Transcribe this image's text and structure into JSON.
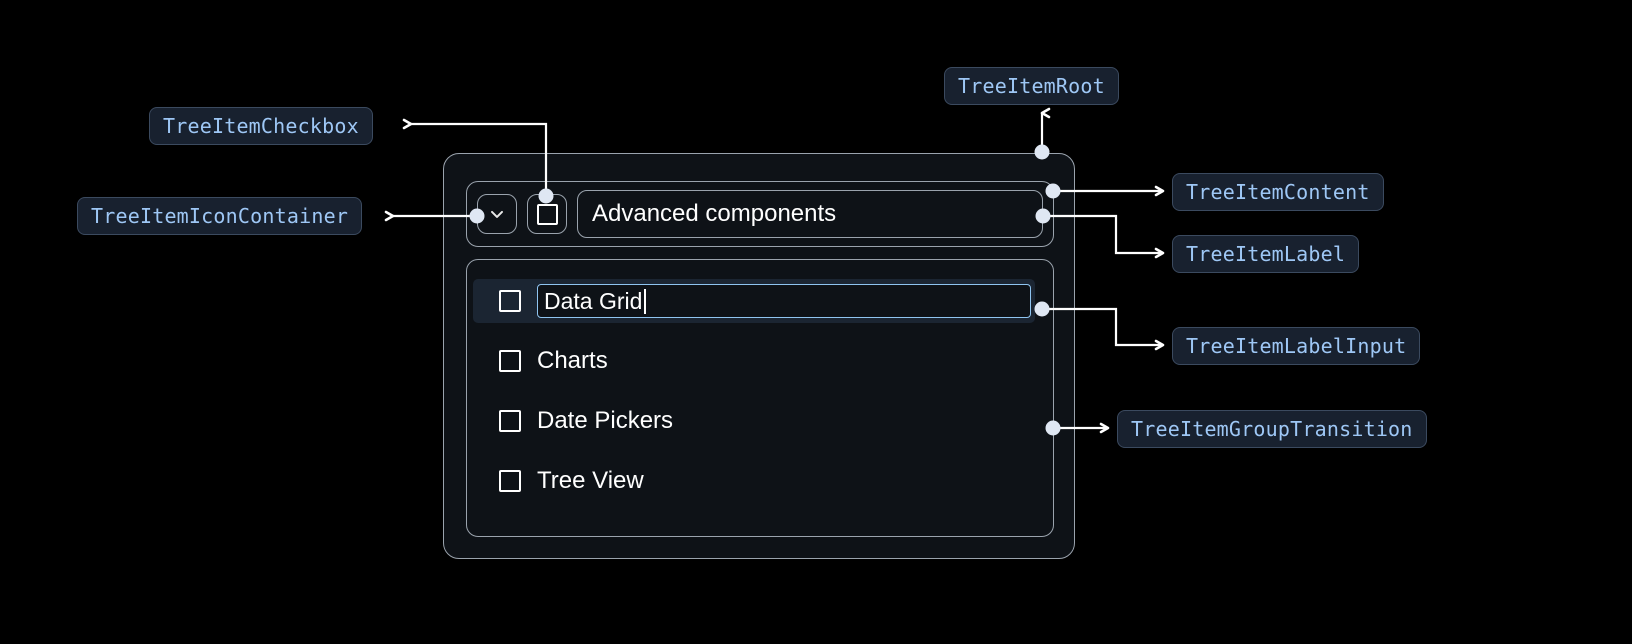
{
  "theme": {
    "page_background": "#000000",
    "chip_background": "#18212f",
    "chip_border": "#3b4a5f",
    "chip_text": "#9ec7f5",
    "component_background": "#0e1217",
    "component_border": "#9aa3ad",
    "connector": "#ffffff",
    "selected_row_background": "#1b2532",
    "input_focus_border": "#8fc4f0",
    "label_text": "#ffffff"
  },
  "annotations": [
    {
      "id": "tree-item-checkbox",
      "label": "TreeItemCheckbox"
    },
    {
      "id": "tree-item-icon-container",
      "label": "TreeItemIconContainer"
    },
    {
      "id": "tree-item-root",
      "label": "TreeItemRoot"
    },
    {
      "id": "tree-item-content",
      "label": "TreeItemContent"
    },
    {
      "id": "tree-item-label",
      "label": "TreeItemLabel"
    },
    {
      "id": "tree-item-label-input",
      "label": "TreeItemLabelInput"
    },
    {
      "id": "tree-item-group-transition",
      "label": "TreeItemGroupTransition"
    }
  ],
  "tree": {
    "parent": {
      "label": "Advanced components",
      "expand_icon": "chevron-down-icon",
      "checkbox_state": "unchecked",
      "expanded": true
    },
    "children": [
      {
        "label": "Data Grid",
        "checkbox_state": "unchecked",
        "editing": true,
        "input_value": "Data Grid"
      },
      {
        "label": "Charts",
        "checkbox_state": "unchecked",
        "editing": false
      },
      {
        "label": "Date Pickers",
        "checkbox_state": "unchecked",
        "editing": false
      },
      {
        "label": "Tree View",
        "checkbox_state": "unchecked",
        "editing": false
      }
    ]
  }
}
